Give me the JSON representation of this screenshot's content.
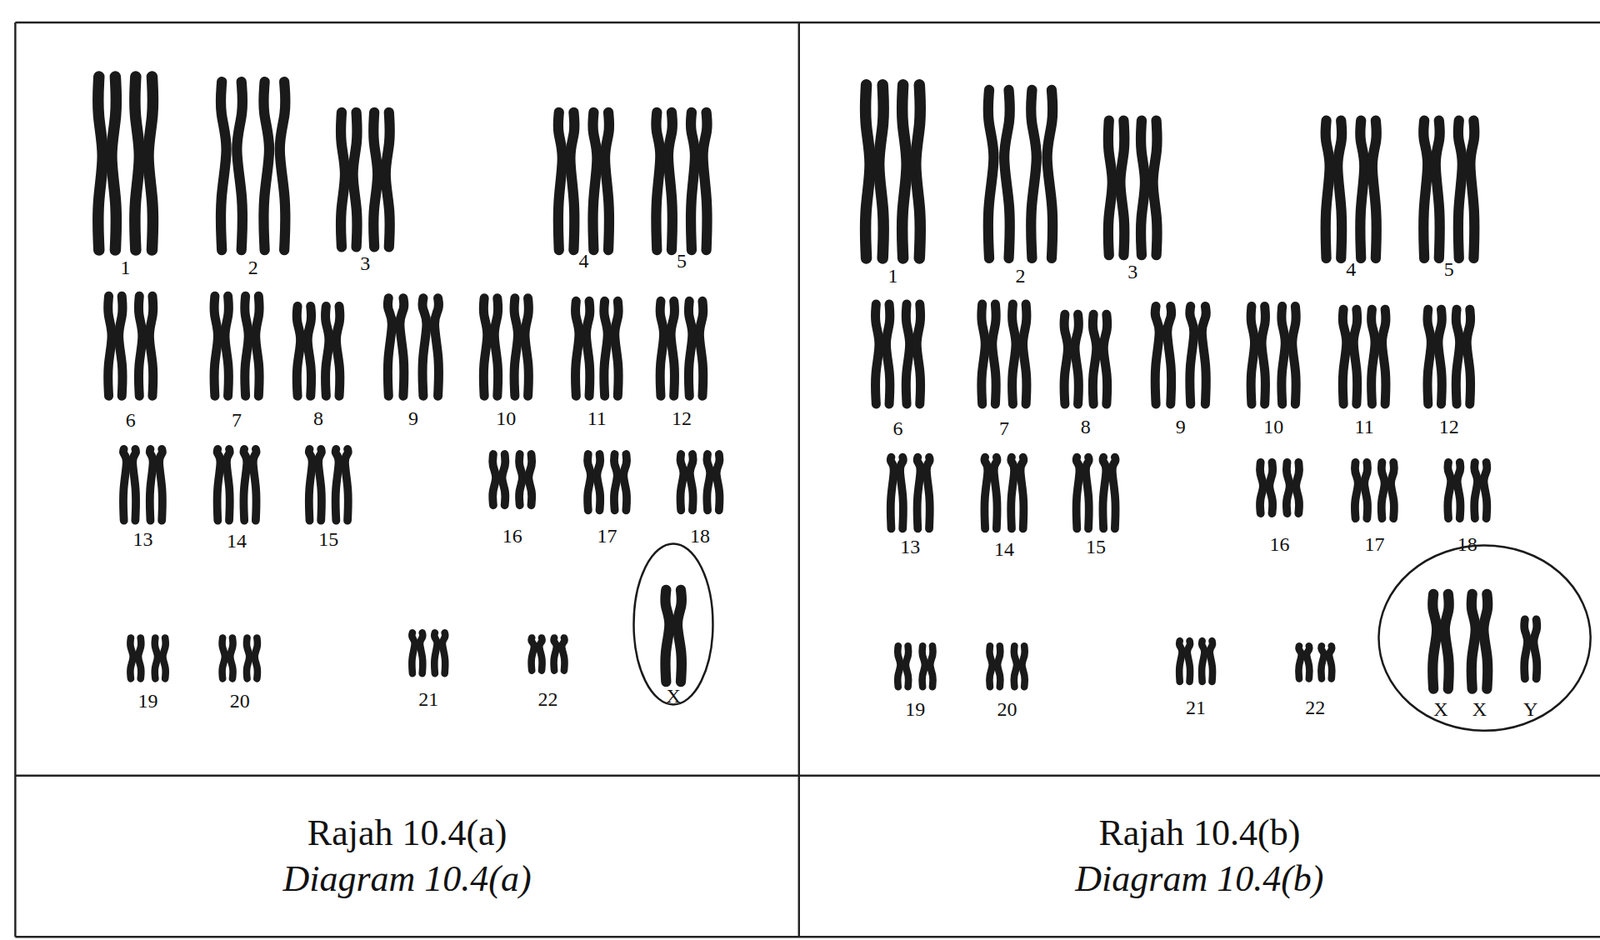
{
  "diagram": {
    "nodes": [
      {
        "text": [
          "X"
        ]
      },
      {
        "text": [
          "X",
          "X",
          "Y"
        ]
      },
      {
        "text": [
          "Rajah 10.4(a)",
          "Diagram 10.4(a)"
        ]
      },
      {
        "text": [
          "Rajah 10.4(b)",
          "Diagram 10.4(b)"
        ]
      }
    ],
    "labels": [
      "1",
      "2",
      "3",
      "4",
      "5",
      "6",
      "7",
      "8",
      "9",
      "10",
      "11",
      "12",
      "13",
      "14",
      "15",
      "16",
      "17",
      "18",
      "19",
      "20",
      "21",
      "22",
      "1",
      "2",
      "3",
      "4",
      "5",
      "6",
      "7",
      "8",
      "9",
      "10",
      "11",
      "12",
      "13",
      "14",
      "15",
      "16",
      "17",
      "18",
      "19",
      "20",
      "21",
      "22"
    ]
  }
}
